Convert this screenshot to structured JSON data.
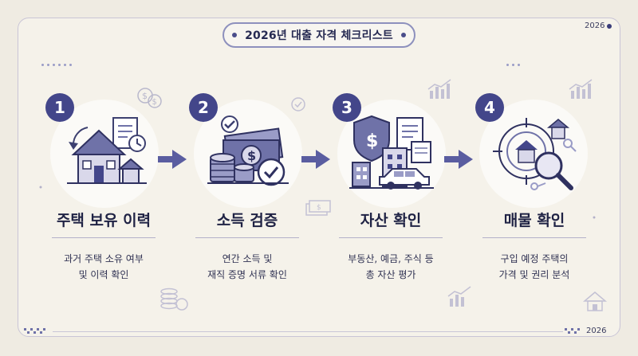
{
  "header": {
    "title": "2026년 대출 자격 체크리스트",
    "year_top": "2026"
  },
  "footer": {
    "year": "2026"
  },
  "steps": [
    {
      "number": "1",
      "title": "주택 보유 이력",
      "desc_line1": "과거 주택 소유 여부",
      "desc_line2": "및 이력 확인",
      "icon": "house-history-icon"
    },
    {
      "number": "2",
      "title": "소득 검증",
      "desc_line1": "연간 소득 및",
      "desc_line2": "재직 증명 서류 확인",
      "icon": "income-check-icon"
    },
    {
      "number": "3",
      "title": "자산 확인",
      "desc_line1": "부동산, 예금, 주식 등",
      "desc_line2": "총 자산 평가",
      "icon": "asset-shield-icon"
    },
    {
      "number": "4",
      "title": "매물 확인",
      "desc_line1": "구입 예정 주택의",
      "desc_line2": "가격 및 권리 분석",
      "icon": "property-search-icon"
    }
  ],
  "colors": {
    "accent": "#43468a",
    "background": "#efebe2",
    "arrow": "#5a5da0"
  }
}
